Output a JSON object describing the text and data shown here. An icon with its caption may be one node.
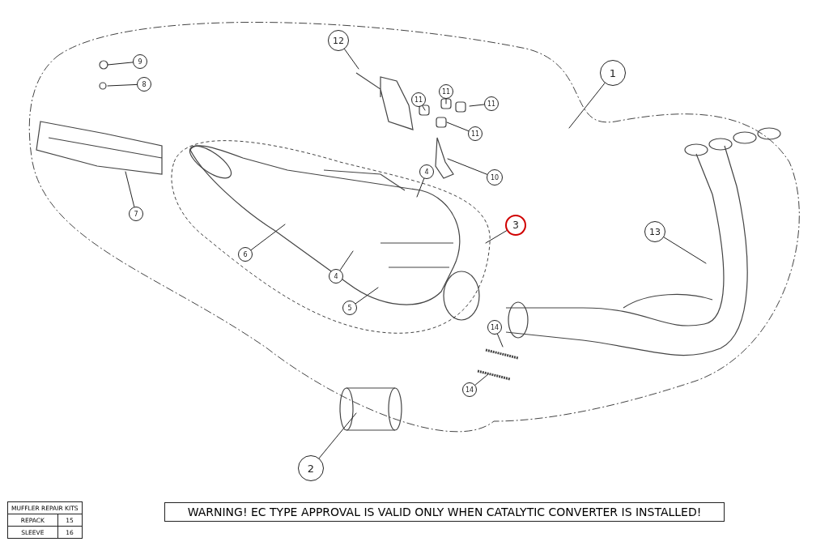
{
  "diagram": {
    "nodes": [
      {
        "text": [
          "1"
        ]
      },
      {
        "text": [
          "2"
        ]
      },
      {
        "text": [
          "3"
        ]
      },
      {
        "text": [
          "4"
        ]
      },
      {
        "text": [
          "4"
        ]
      },
      {
        "text": [
          "5"
        ]
      },
      {
        "text": [
          "6"
        ]
      },
      {
        "text": [
          "7"
        ]
      },
      {
        "text": [
          "8"
        ]
      },
      {
        "text": [
          "9"
        ]
      },
      {
        "text": [
          "10"
        ]
      },
      {
        "text": [
          "11"
        ]
      },
      {
        "text": [
          "11"
        ]
      },
      {
        "text": [
          "11"
        ]
      },
      {
        "text": [
          "11"
        ]
      },
      {
        "text": [
          "12"
        ]
      },
      {
        "text": [
          "13"
        ]
      },
      {
        "text": [
          "14"
        ]
      },
      {
        "text": [
          "14"
        ]
      },
      {
        "text": [
          "WARNING! EC TYPE APPROVAL IS VALID ONLY WHEN CATALYTIC CONVERTER IS INSTALLED!"
        ]
      }
    ],
    "edges": [
      {
        "from": 0,
        "to": null,
        "arrow": "none"
      },
      {
        "from": 1,
        "to": null,
        "arrow": "none"
      },
      {
        "from": 2,
        "to": null,
        "arrow": "none"
      },
      {
        "from": 3,
        "to": null,
        "arrow": "none"
      },
      {
        "from": 4,
        "to": null,
        "arrow": "none"
      },
      {
        "from": 5,
        "to": null,
        "arrow": "none"
      },
      {
        "from": 6,
        "to": null,
        "arrow": "none"
      },
      {
        "from": 7,
        "to": null,
        "arrow": "none"
      },
      {
        "from": 8,
        "to": null,
        "arrow": "none"
      },
      {
        "from": 9,
        "to": null,
        "arrow": "none"
      },
      {
        "from": 10,
        "to": null,
        "arrow": "none"
      },
      {
        "from": 11,
        "to": null,
        "arrow": "none"
      },
      {
        "from": 12,
        "to": null,
        "arrow": "none"
      },
      {
        "from": 13,
        "to": null,
        "arrow": "none"
      },
      {
        "from": 14,
        "to": null,
        "arrow": "none"
      },
      {
        "from": 15,
        "to": null,
        "arrow": "none"
      },
      {
        "from": 16,
        "to": null,
        "arrow": "none"
      },
      {
        "from": 17,
        "to": null,
        "arrow": "none"
      },
      {
        "from": 18,
        "to": null,
        "arrow": "none"
      }
    ],
    "labels": [
      "MUFFLER REPAIR KITS",
      "REPACK",
      "15",
      "SLEEVE",
      "16"
    ]
  }
}
